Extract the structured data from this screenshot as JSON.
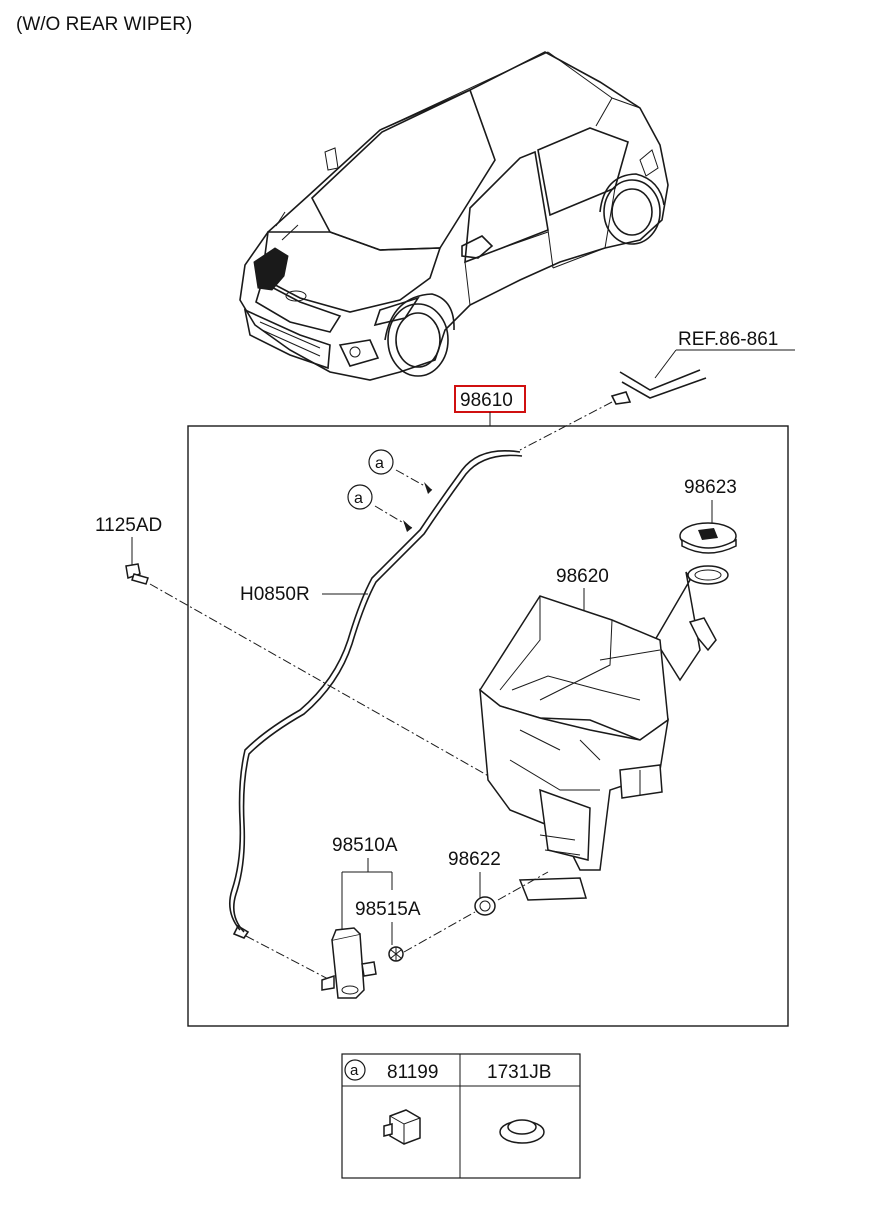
{
  "header": {
    "note": "(W/O REAR WIPER)"
  },
  "callouts": {
    "assembly": "98610",
    "ref": "REF.86-861",
    "cap": "98623",
    "reservoir": "98620",
    "bolt": "1125AD",
    "hose": "H0850R",
    "pump": "98510A",
    "filter": "98515A",
    "grommet": "98622",
    "clip_marker_1": "a",
    "clip_marker_2": "a"
  },
  "legend": {
    "marker": "a",
    "col1_part": "81199",
    "col2_part": "1731JB"
  },
  "colors": {
    "highlight": "#d01010",
    "line": "#1a1a1a"
  }
}
